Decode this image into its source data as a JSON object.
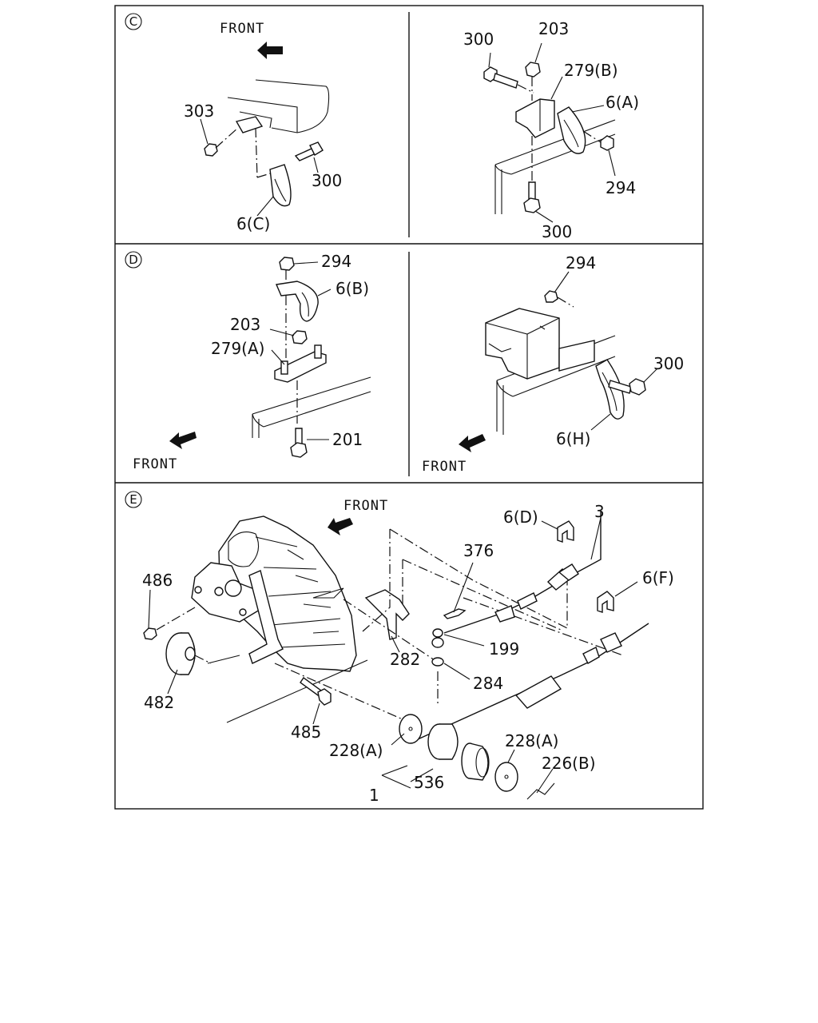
{
  "panels": [
    {
      "section": "C",
      "front_label": "FRONT",
      "callouts": [
        "303",
        "300",
        "6(C)"
      ]
    },
    {
      "callouts": [
        "300",
        "203",
        "279(B)",
        "6(A)",
        "294",
        "300"
      ]
    },
    {
      "section": "D",
      "front_label": "FRONT",
      "callouts": [
        "294",
        "6(B)",
        "203",
        "279(A)",
        "201"
      ]
    },
    {
      "front_label": "FRONT",
      "callouts": [
        "294",
        "300",
        "6(H)"
      ]
    },
    {
      "section": "E",
      "front_label": "FRONT",
      "callouts": [
        "486",
        "482",
        "485",
        "228(A)",
        "1",
        "536",
        "228(A)",
        "226(B)",
        "282",
        "376",
        "199",
        "284",
        "6(D)",
        "3",
        "6(F)"
      ]
    }
  ],
  "colors": {
    "line": "#111111",
    "background": "#ffffff"
  }
}
